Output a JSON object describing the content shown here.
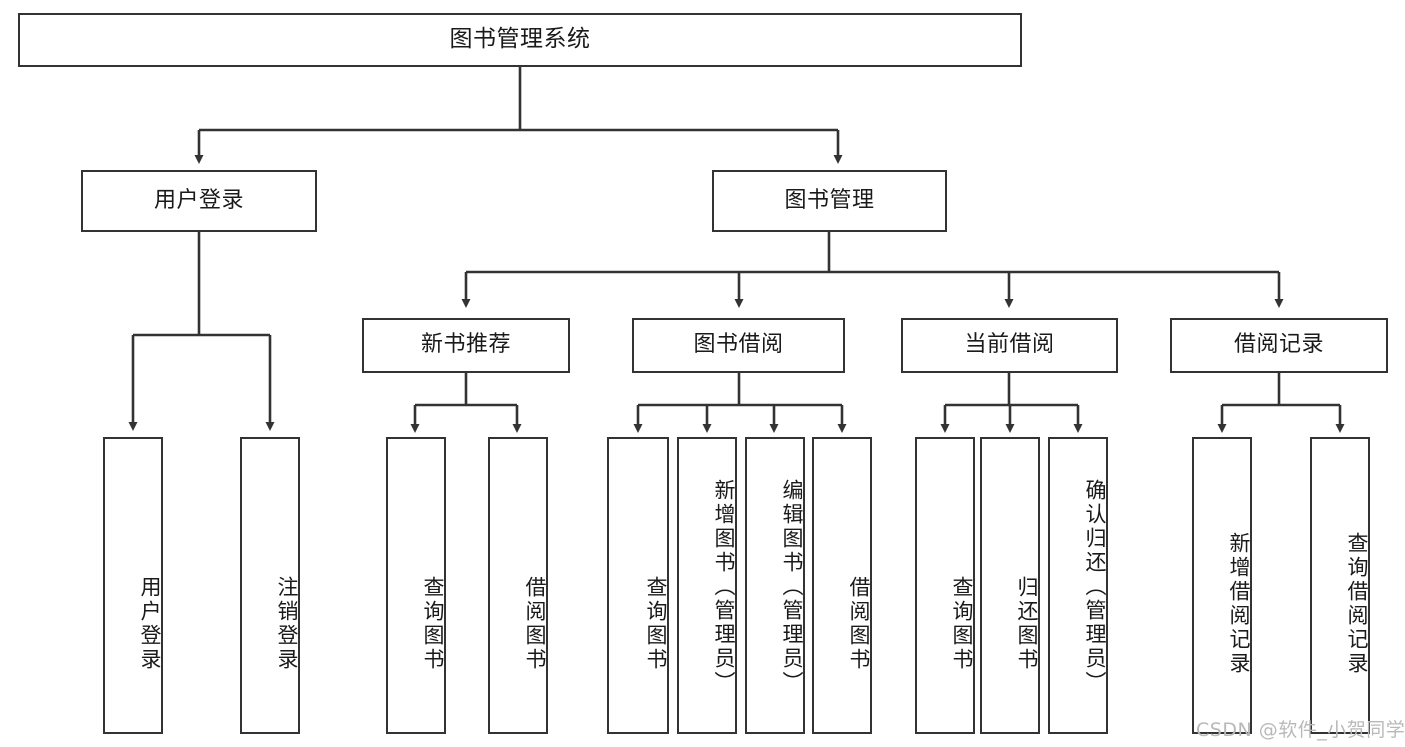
{
  "diagram": {
    "title": "图书管理系统",
    "type": "tree-hierarchy-diagram",
    "watermark": "CSDN @软件_小贺同学",
    "colors": {
      "box_border": "#333333",
      "box_fill": "#ffffff",
      "connector": "#333333",
      "text": "#1a1a1a",
      "watermark": "#b9b9b9"
    },
    "nodes": {
      "root": {
        "label": "图书管理系统",
        "level": 1
      },
      "l2": [
        {
          "id": "user-login",
          "label": "用户登录",
          "level": 2
        },
        {
          "id": "book-manage",
          "label": "图书管理",
          "level": 2
        }
      ],
      "l3": [
        {
          "id": "new-book-recommend",
          "label": "新书推荐",
          "level": 3
        },
        {
          "id": "book-borrow",
          "label": "图书借阅",
          "level": 3
        },
        {
          "id": "current-borrow",
          "label": "当前借阅",
          "level": 3
        },
        {
          "id": "borrow-record",
          "label": "借阅记录",
          "level": 3
        }
      ],
      "leaves": {
        "user-login": [
          {
            "id": "leaf-user-login",
            "label": "用户登录"
          },
          {
            "id": "leaf-user-logout",
            "label": "注销登录"
          }
        ],
        "new-book-recommend": [
          {
            "id": "leaf-query-book-1",
            "label": "查询图书"
          },
          {
            "id": "leaf-borrow-book-1",
            "label": "借阅图书"
          }
        ],
        "book-borrow": [
          {
            "id": "leaf-query-book-2",
            "label": "查询图书"
          },
          {
            "id": "leaf-add-book",
            "label": "新增图书（管理员）"
          },
          {
            "id": "leaf-edit-book",
            "label": "编辑图书（管理员）"
          },
          {
            "id": "leaf-borrow-book-2",
            "label": "借阅图书"
          }
        ],
        "current-borrow": [
          {
            "id": "leaf-query-book-3",
            "label": "查询图书"
          },
          {
            "id": "leaf-return-book",
            "label": "归还图书"
          },
          {
            "id": "leaf-confirm-return",
            "label": "确认归还（管理员）"
          }
        ],
        "borrow-record": [
          {
            "id": "leaf-add-record",
            "label": "新增借阅记录"
          },
          {
            "id": "leaf-query-record",
            "label": "查询借阅记录"
          }
        ]
      }
    }
  }
}
